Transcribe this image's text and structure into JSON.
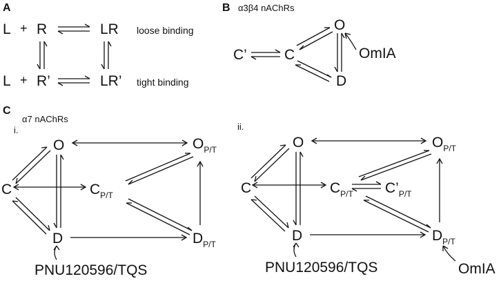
{
  "panels": {
    "a": "A",
    "b": "B",
    "c": "C"
  },
  "panel_a": {
    "L1": "L",
    "plus1": "+",
    "R": "R",
    "LR": "LR",
    "loose": "loose binding",
    "L2": "L",
    "plus2": "+",
    "Rp": "R’",
    "LRp": "LR’",
    "tight": "tight binding"
  },
  "panel_b": {
    "title": "α3β4 nAChRs",
    "Cp": "C’",
    "C": "C",
    "O": "O",
    "D": "D",
    "omia": "OmIA"
  },
  "panel_c": {
    "title": "α7 nAChRs",
    "i": {
      "label": "i.",
      "O": "O",
      "C": "C",
      "D": "D",
      "CPT": "C",
      "CPT_sub": "P/T",
      "OPT": "O",
      "OPT_sub": "P/T",
      "DPT": "D",
      "DPT_sub": "P/T",
      "drug": "PNU120596/TQS"
    },
    "ii": {
      "label": "ii.",
      "O": "O",
      "C": "C",
      "D": "D",
      "CPT": "C",
      "CPT_sub": "P/T",
      "CpPT": "C’",
      "CpPT_sub": "P/T",
      "OPT": "O",
      "OPT_sub": "P/T",
      "DPT": "D",
      "DPT_sub": "P/T",
      "drug": "PNU120596/TQS",
      "omia": "OmIA"
    }
  }
}
